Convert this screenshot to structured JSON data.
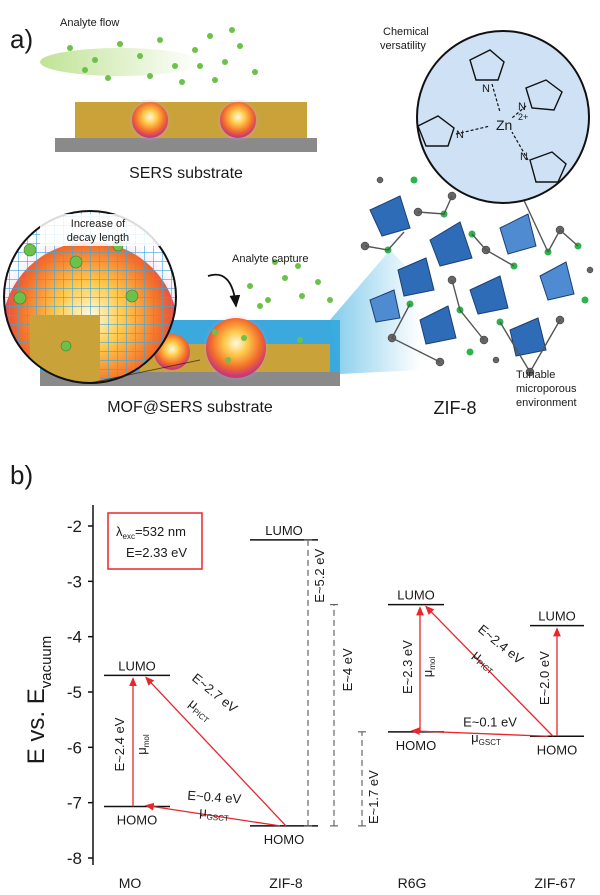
{
  "panel_a": {
    "label": "a)",
    "analyte_flow": "Analyte flow",
    "sers_substrate": "SERS substrate",
    "decay_line1": "Increase of",
    "decay_line2": "decay length",
    "analyte_capture": "Analyte capture",
    "mof_sers": "MOF@SERS substrate",
    "chem_line1": "Chemical",
    "chem_line2": "versatility",
    "zn": "Zn",
    "zn_charge": "2+",
    "n_label": "N",
    "tunable_line1": "Tunable",
    "tunable_line2": "microporous",
    "tunable_line3": "environment",
    "zif8": "ZIF-8"
  },
  "panel_b": {
    "label": "b)",
    "legend_lambda": "λ",
    "legend_exc": "exc",
    "legend_lambda_val": "=532 nm",
    "legend_energy": "E=2.33 eV",
    "ylabel_main": "E vs. E",
    "ylabel_sub": "vacuum",
    "lumo": "LUMO",
    "homo": "HOMO",
    "mo_mol_e": "E~2.4 eV",
    "mo_pict_e": "E~2.7 eV",
    "mo_gsct_e": "E~0.4 eV",
    "zif8_lumo_e": "E~5.2 eV",
    "zif8_4_e": "E~4 eV",
    "zif8_17_e": "E~1.7 eV",
    "r6g_mol_e": "E~2.3 eV",
    "r6g_pict_e": "E~2.4 eV",
    "r6g_gsct_e": "E~0.1 eV",
    "zif67_e": "E~2.0 eV",
    "mu": "μ",
    "sub_mol": "mol",
    "sub_pict": "PICT",
    "sub_gsct": "GSCT"
  },
  "chart_data": {
    "type": "energy-level diagram",
    "ylabel": "E vs. E vacuum",
    "ylim": [
      -8.2,
      -1.8
    ],
    "yticks": [
      -2,
      -3,
      -4,
      -5,
      -6,
      -7,
      -8
    ],
    "categories": [
      "MO",
      "ZIF-8",
      "R6G",
      "ZIF-67"
    ],
    "levels": [
      {
        "material": "MO",
        "LUMO": -4.7,
        "HOMO": -7.07
      },
      {
        "material": "ZIF-8",
        "LUMO": -2.25,
        "HOMO": -7.42
      },
      {
        "material": "R6G",
        "LUMO": -3.42,
        "HOMO": -5.72
      },
      {
        "material": "ZIF-67",
        "LUMO": -3.8,
        "HOMO": -5.8
      }
    ],
    "gaps": [
      {
        "label": "E~5.2 eV",
        "from": -7.42,
        "to": -2.25
      },
      {
        "label": "E~4 eV",
        "from": -7.42,
        "to": -3.42
      },
      {
        "label": "E~1.7 eV",
        "from": -7.42,
        "to": -5.72
      }
    ],
    "transitions": [
      {
        "label": "E~2.4 eV",
        "type": "mol",
        "from": "MO HOMO",
        "to": "MO LUMO"
      },
      {
        "label": "E~2.7 eV",
        "type": "PICT",
        "from": "ZIF-8 HOMO",
        "to": "MO LUMO"
      },
      {
        "label": "E~0.4 eV",
        "type": "GSCT",
        "from": "ZIF-8 HOMO",
        "to": "MO HOMO"
      },
      {
        "label": "E~2.3 eV",
        "type": "mol",
        "from": "R6G HOMO",
        "to": "R6G LUMO"
      },
      {
        "label": "E~2.4 eV",
        "type": "PICT",
        "from": "ZIF-67 HOMO",
        "to": "R6G LUMO"
      },
      {
        "label": "E~0.1 eV",
        "type": "GSCT",
        "from": "ZIF-67 HOMO",
        "to": "R6G HOMO"
      },
      {
        "label": "E~2.0 eV",
        "type": "intra",
        "from": "ZIF-67 HOMO",
        "to": "ZIF-67 LUMO"
      }
    ],
    "excitation": {
      "wavelength": "532 nm",
      "energy": "2.33 eV"
    }
  }
}
